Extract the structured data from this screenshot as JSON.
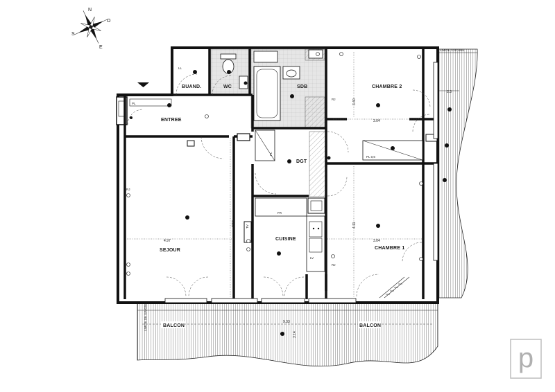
{
  "rooms": {
    "buanderie": "BUAND.",
    "wc": "WC",
    "sdb": "SDB",
    "chambre2": "CHAMBRE 2",
    "entree": "ENTREE",
    "dgt": "DGT",
    "sejour": "SEJOUR",
    "cuisine": "CUISINE",
    "chambre1": "CHAMBRE 1",
    "balcon_left": "BALCON",
    "balcon_right": "BALCON"
  },
  "labels": {
    "pl_entree": "PL",
    "pl_dgt": "PL",
    "pl_chambre2": "PL 0,6",
    "rj_1": "RJ",
    "rj_2": "RJ",
    "rj_3": "RJ",
    "ll": "LL",
    "tv": "TV",
    "lv": "LV",
    "fr": "FR",
    "toiture": "LIMITE TOITURE",
    "gc": "LIMITE DE GARDE CORPS"
  },
  "dimensions": {
    "chambre2_height": "3.40",
    "chambre2_width": "3.04",
    "sejour_width": "4.97",
    "sejour_height": "6.23",
    "chambre1_height": "4.11",
    "chambre1_width": "3.04",
    "balcon_width": "9.33",
    "balcon_depth": "3.14",
    "terrace_width": "2.3"
  },
  "compass": {
    "n": "N",
    "s": "S",
    "e": "E",
    "o": "O"
  },
  "logo": {
    "letter": "p"
  }
}
